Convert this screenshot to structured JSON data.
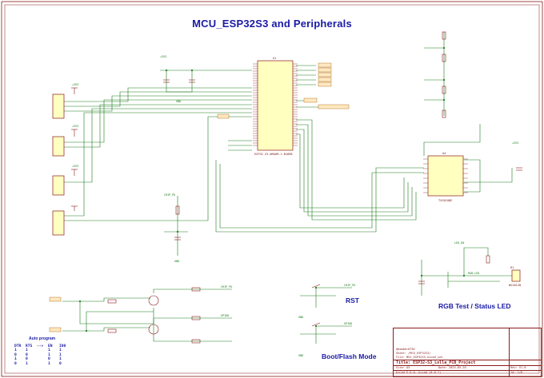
{
  "sheet": {
    "title": "MCU_ESP32S3 and Peripherals",
    "section_labels": {
      "rgb": "RGB Test / Status LED",
      "rst": "RST",
      "boot": "Boot/Flash Mode"
    }
  },
  "auto_program": {
    "header": "Auto program",
    "columns": [
      "DTR",
      "RTS",
      "-->",
      "EN",
      "IO0"
    ],
    "rows": [
      [
        "1",
        "1",
        "",
        "1",
        "1"
      ],
      [
        "0",
        "0",
        "",
        "1",
        "1"
      ],
      [
        "1",
        "0",
        "",
        "0",
        "1"
      ],
      [
        "0",
        "1",
        "",
        "1",
        "0"
      ]
    ]
  },
  "title_block": {
    "author": "@bomber0782",
    "sheet_name": "Sheet: /MCU_ESP32S3/",
    "file_name": "File: MCU_ESP32S3.kicad_sch",
    "doc_title": "Title: ESP32-S3_Lolla_PCB_Project",
    "size": "Size: A3",
    "date": "Date: 2025-05-20",
    "rev": "Rev: V1.0",
    "tool": "KiCad E.D.A.  kicad (8.0.7)",
    "id": "Id: 2/6"
  },
  "components": {
    "mcu_ref": "U1",
    "mcu_part": "ESP32-S3-WROOM-1-N16R8",
    "led_ref": "D1",
    "led_part": "WS2812B",
    "level_ref": "U4",
    "level_part": "TXS0108E"
  },
  "nets": {
    "vcc": "+3V3",
    "gnd": "GND",
    "en": "CHIP_PU",
    "io0": "GPIO0",
    "led": "LED_D0",
    "rgb": "RGB_LED"
  }
}
